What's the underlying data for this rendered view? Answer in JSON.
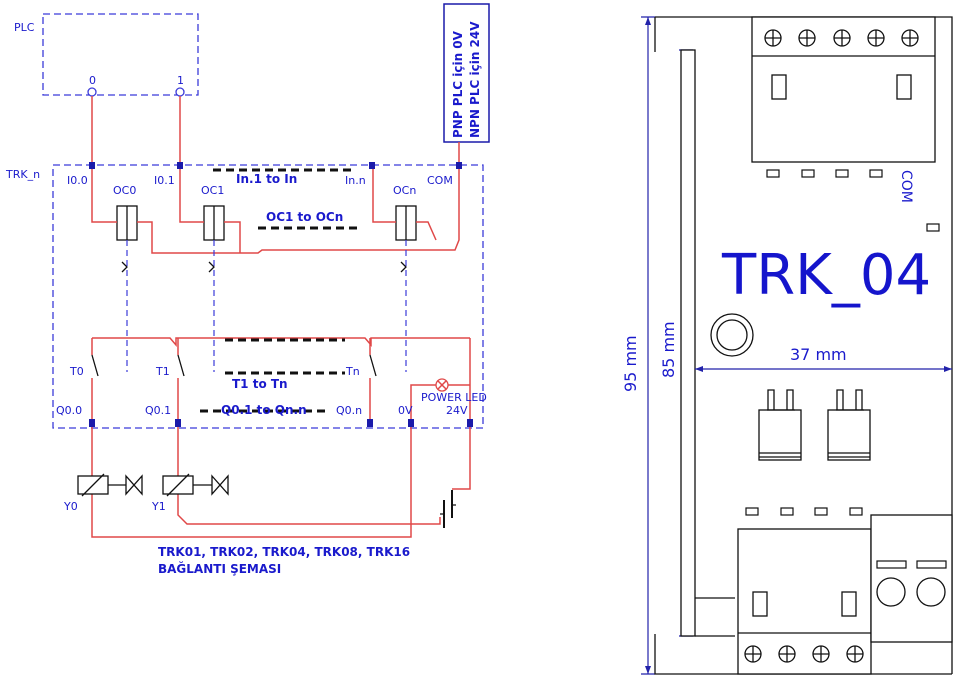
{
  "schematic": {
    "plc_label": "PLC",
    "plc_pin0": "0",
    "plc_pin1": "1",
    "trk_label": "TRK_n",
    "inputs": [
      "I0.0",
      "I0.1",
      "In.n",
      "COM"
    ],
    "in_range": "In.1 to In",
    "oc_labels": [
      "OC0",
      "OC1",
      "OCn"
    ],
    "oc_range": "OC1 to OCn",
    "transistors": [
      "T0",
      "T1",
      "Tn"
    ],
    "t_range": "T1 to Tn",
    "outputs": [
      "Q0.0",
      "Q0.1",
      "Q0.n",
      "0V",
      "24V"
    ],
    "q_range": "Q0.1 to Qn.n",
    "power_led": "POWER LED",
    "valves": [
      "Y0",
      "Y1"
    ],
    "supply_note_line1": "PNP PLC için 0V",
    "supply_note_line2": "NPN PLC için 24V",
    "caption_line1": "TRK01, TRK02, TRK04, TRK08, TRK16",
    "caption_line2": "BAĞLANTI ŞEMASI"
  },
  "drawing": {
    "model": "TRK_04",
    "com_label": "COM",
    "dim_height_total": "95 mm",
    "dim_height_board": "85 mm",
    "dim_width": "37 mm"
  },
  "colors": {
    "wire": "#e04848",
    "outline": "#3b3bd9",
    "label": "#1a1acc"
  }
}
